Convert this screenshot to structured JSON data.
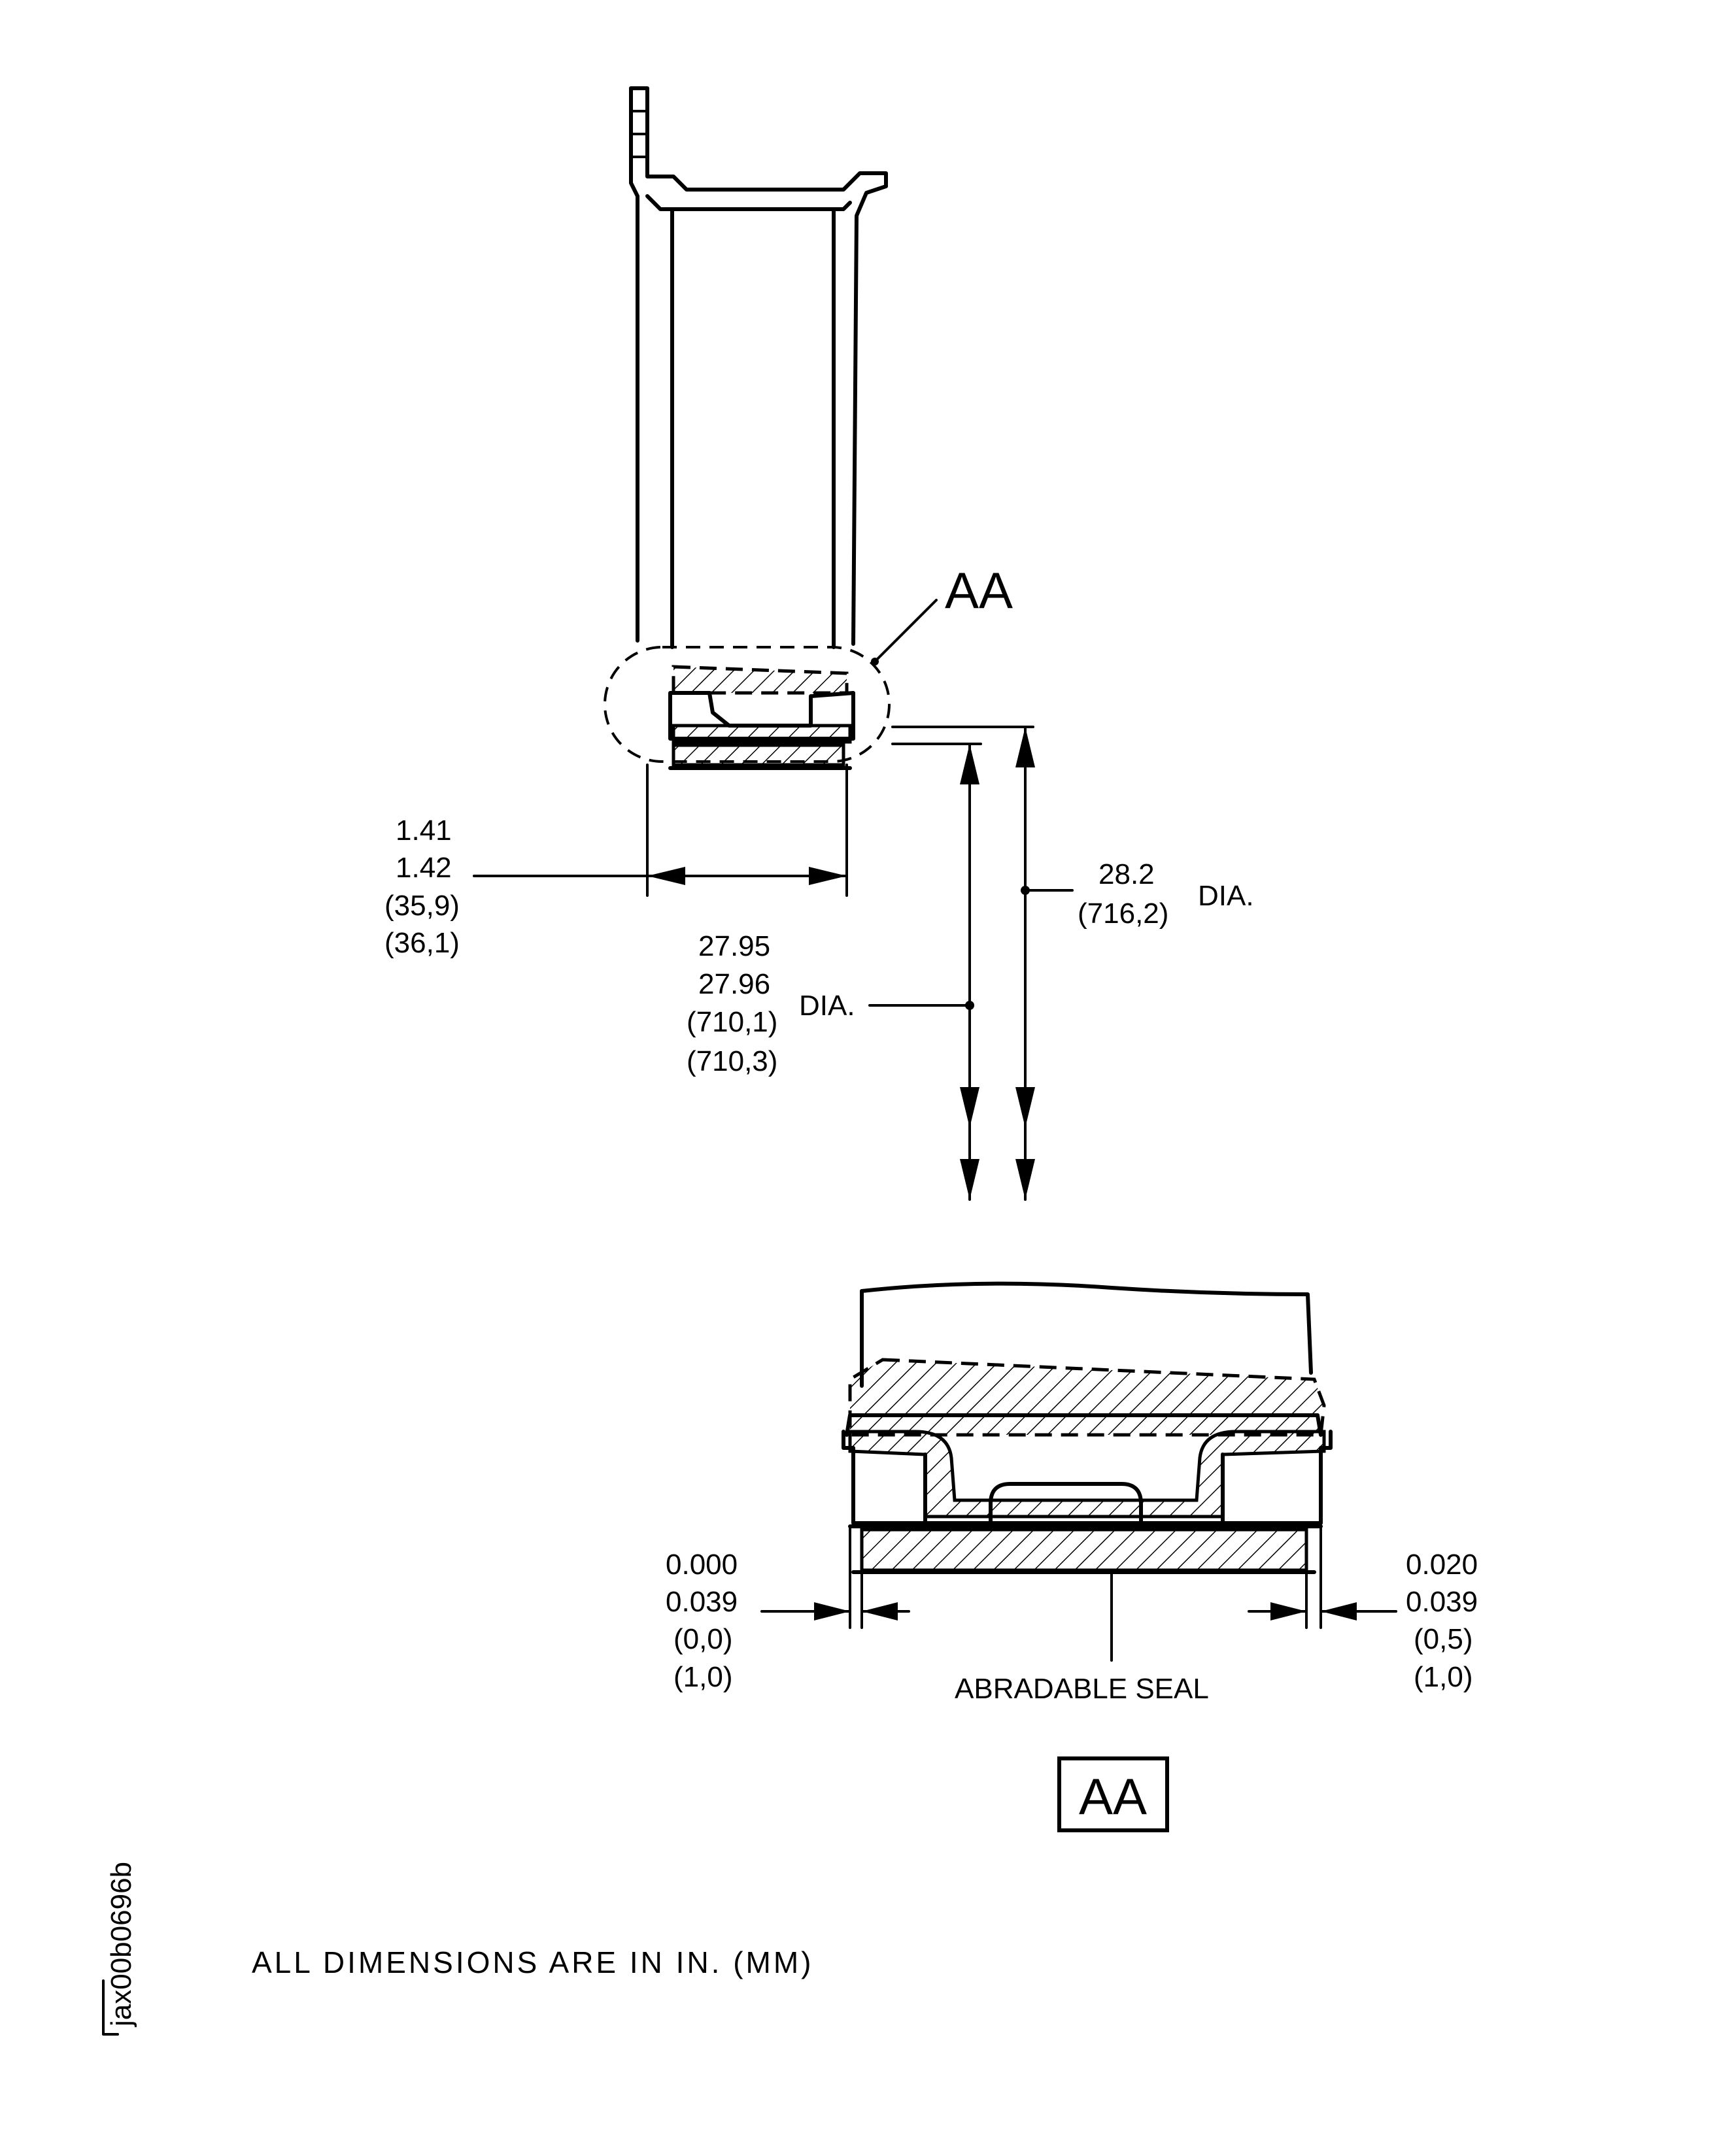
{
  "detail_callout": "AA",
  "detail_title": "AA",
  "dimensions": {
    "width": [
      "1.41",
      "1.42",
      "(35,9)",
      "(36,1)"
    ],
    "inner_dia": [
      "27.95",
      "27.96",
      "(710,1)",
      "(710,3)"
    ],
    "inner_dia_suffix": "DIA.",
    "outer_dia": [
      "28.2",
      "(716,2)"
    ],
    "outer_dia_suffix": "DIA.",
    "left_gap": [
      "0.000",
      "0.039",
      "(0,0)",
      "(1,0)"
    ],
    "right_gap": [
      "0.020",
      "0.039",
      "(0,5)",
      "(1,0)"
    ]
  },
  "seal_label": "ABRADABLE SEAL",
  "units_note": "ALL DIMENSIONS ARE IN IN. (MM)",
  "figure_id": "jax00b0696b"
}
